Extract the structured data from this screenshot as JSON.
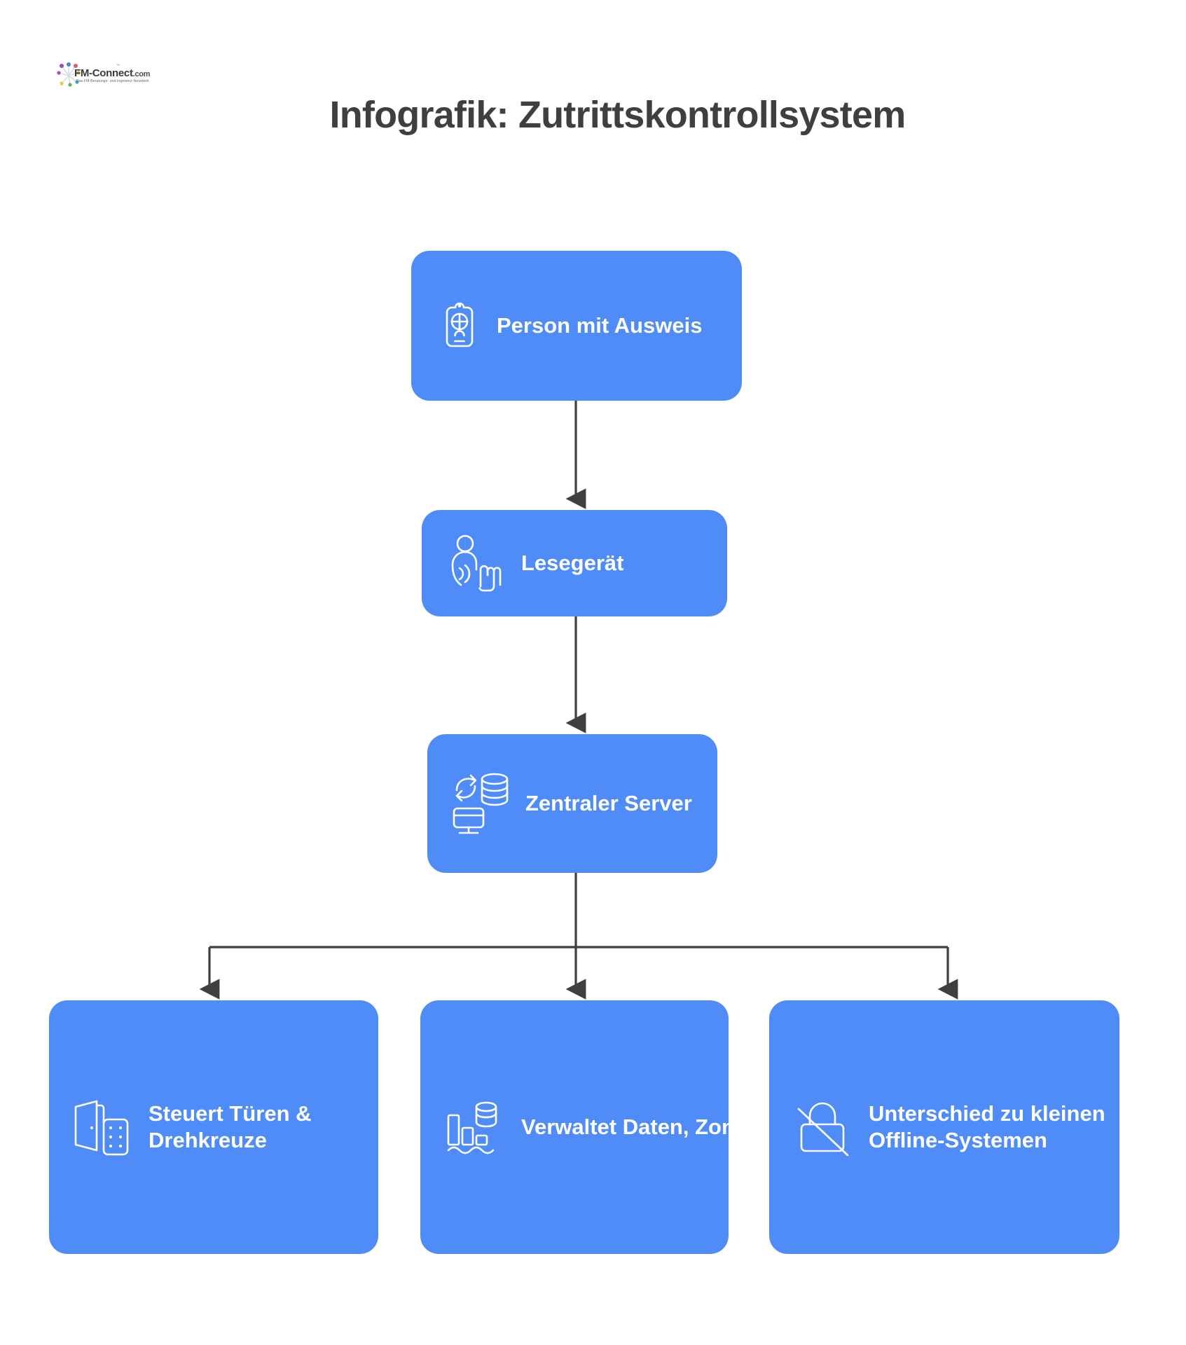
{
  "page": {
    "background_color": "#ffffff",
    "accent_color": "#4f8cf7",
    "title_color": "#3f3f3f",
    "connector_color": "#3f3f3f"
  },
  "logo": {
    "name": "fm-connect-logo",
    "wordmark": "FM-Connect",
    "domain_suffix": ".com",
    "trademark": "™",
    "tagline": "Das FM-Beratungs- und Ingenieur-Netzwerk"
  },
  "header": {
    "title": "Infografik: Zutrittskontrollsystem"
  },
  "diagram_data": {
    "type": "flowchart",
    "orientation": "top-down",
    "nodes": [
      {
        "id": "person",
        "label": "Person mit Ausweis",
        "icon": "id-badge-icon",
        "level": 0
      },
      {
        "id": "reader",
        "label": "Lesegerät",
        "icon": "rfid-reader-person-icon",
        "level": 1
      },
      {
        "id": "server",
        "label": "Zentraler Server",
        "icon": "database-sync-monitor-icon",
        "level": 2
      },
      {
        "id": "doors",
        "label": "Steuert Türen & Drehkreuze",
        "icon": "door-keypad-icon",
        "level": 3
      },
      {
        "id": "data",
        "label": "Verwaltet Daten, Zonen, Protokolle",
        "icon": "chart-database-icon",
        "level": 3
      },
      {
        "id": "offline",
        "label": "Unterschied zu kleinen Offline-Systemen",
        "icon": "lock-off-icon",
        "level": 3
      }
    ],
    "edges": [
      {
        "from": "person",
        "to": "reader",
        "style": "arrow"
      },
      {
        "from": "reader",
        "to": "server",
        "style": "arrow"
      },
      {
        "from": "server",
        "to": "doors",
        "style": "branch-arrow"
      },
      {
        "from": "server",
        "to": "data",
        "style": "branch-arrow"
      },
      {
        "from": "server",
        "to": "offline",
        "style": "branch-arrow"
      }
    ]
  }
}
